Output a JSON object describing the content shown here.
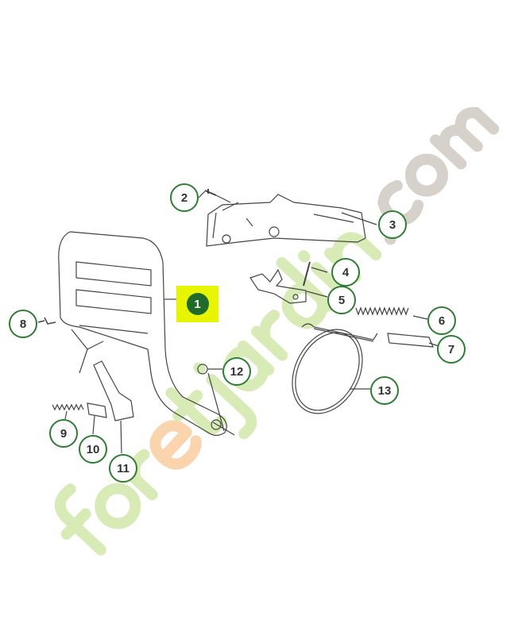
{
  "diagram": {
    "highlighted_part": "1",
    "callouts": [
      "2",
      "3",
      "4",
      "5",
      "6",
      "7",
      "8",
      "9",
      "10",
      "11",
      "12",
      "13"
    ],
    "colors": {
      "callout_border": "#2e7d32",
      "highlight_bg": "#e8f500",
      "highlight_dot": "#1f6b2a"
    }
  },
  "watermark": {
    "part1": "for",
    "part2": "e",
    "part3": "tjardin",
    "part4": ".com"
  }
}
